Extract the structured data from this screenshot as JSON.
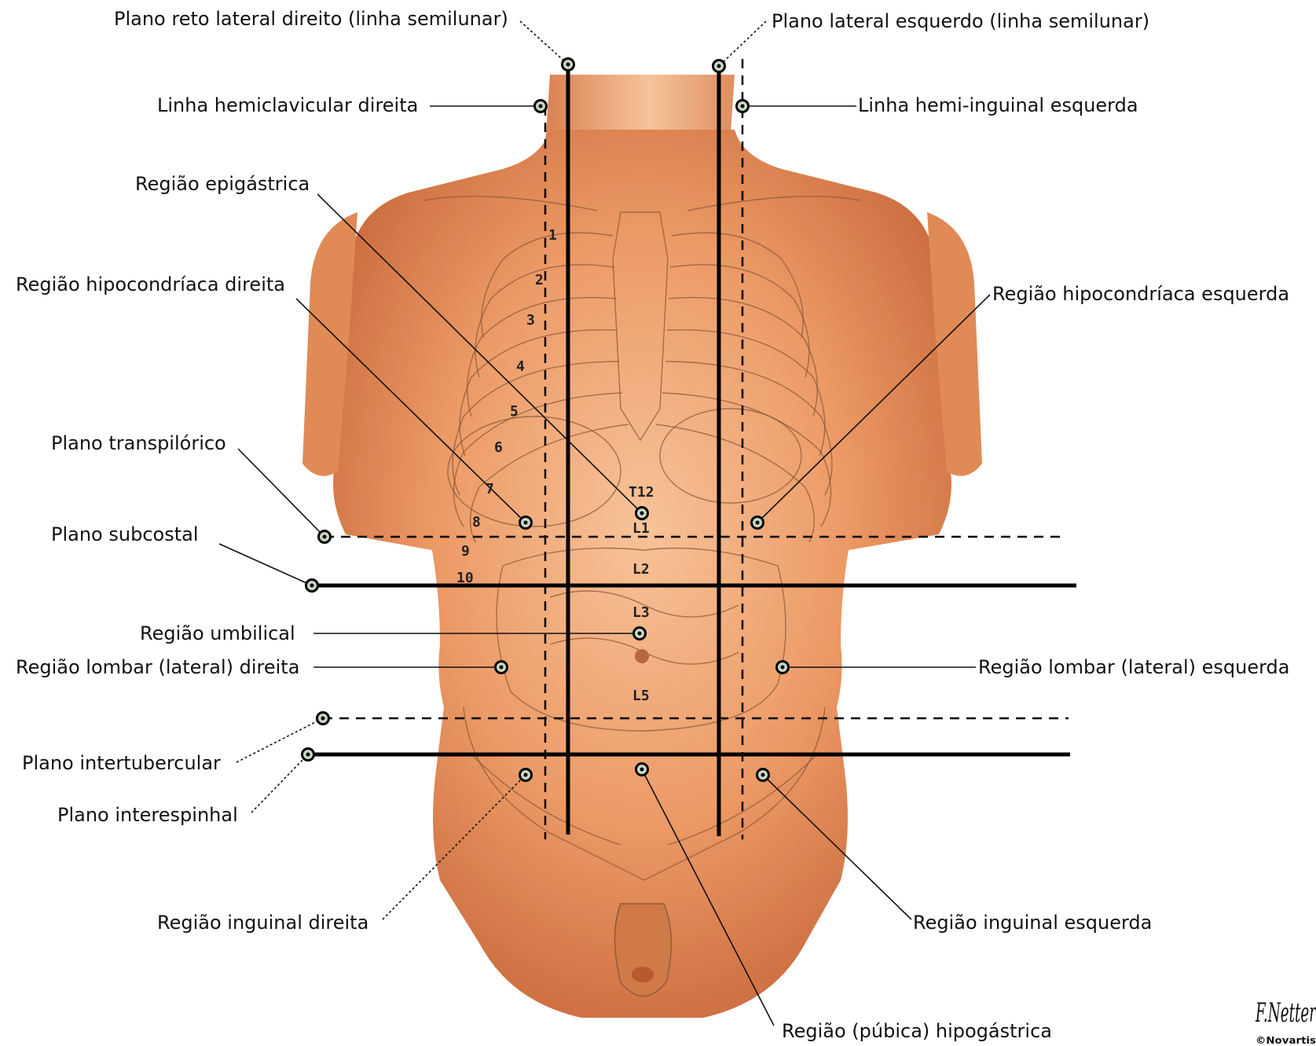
{
  "labels": {
    "right_lateral_rectus_plane": "Plano reto lateral direito (linha semilunar)",
    "left_lateral_plane": "Plano lateral esquerdo (linha semilunar)",
    "right_midclavicular_line": "Linha hemiclavicular direita",
    "left_midinguinal_line": "Linha hemi-inguinal esquerda",
    "epigastric_region": "Região epigástrica",
    "right_hypochondriac_region": "Região hipocondríaca direita",
    "left_hypochondriac_region": "Região hipocondríaca esquerda",
    "transpyloric_plane": "Plano transpilórico",
    "subcostal_plane": "Plano subcostal",
    "umbilical_region": "Região umbilical",
    "right_lumbar_region": "Região lombar (lateral) direita",
    "left_lumbar_region": "Região lombar (lateral) esquerda",
    "intertubercular_plane": "Plano intertubercular",
    "interspinous_plane": "Plano interespinhal",
    "right_inguinal_region": "Região inguinal direita",
    "left_inguinal_region": "Região inguinal esquerda",
    "hypogastric_region": "Região (púbica) hipogástrica"
  },
  "rib_numbers": [
    "1",
    "2",
    "3",
    "4",
    "5",
    "6",
    "7",
    "8",
    "9",
    "10"
  ],
  "vertebra_labels": [
    "T12",
    "L1",
    "L2",
    "L3",
    "L5"
  ],
  "signature": "F.Netter",
  "copyright": "©Novartis",
  "colors": {
    "skin_light": "#f6b98a",
    "skin_mid": "#e98f5a",
    "skin_dark": "#c8683a",
    "pin_fill": "#c9d8c4",
    "line": "#000000"
  }
}
